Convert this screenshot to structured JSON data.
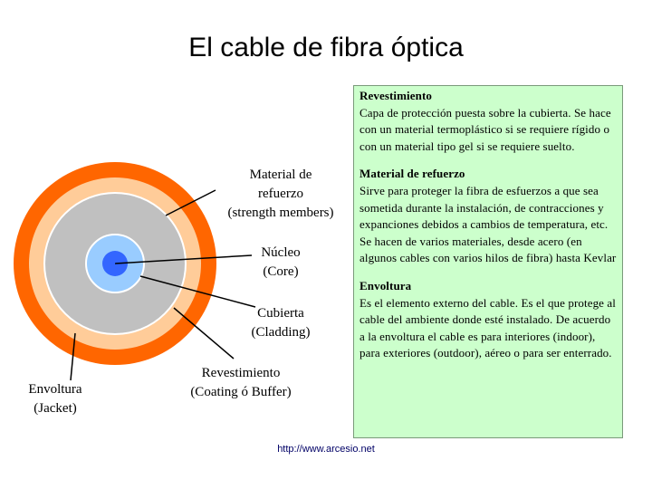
{
  "title": "El cable de fibra óptica",
  "labels": {
    "strength": [
      "Material de",
      "refuerzo",
      "(strength members)"
    ],
    "core": [
      "Núcleo",
      "(Core)"
    ],
    "cladding": [
      "Cubierta",
      "(Cladding)"
    ],
    "coating": [
      "Revestimiento",
      "(Coating ó Buffer)"
    ],
    "jacket": [
      "Envoltura",
      "(Jacket)"
    ]
  },
  "info": {
    "revestimiento": {
      "heading": "Revestimiento",
      "text": "Capa de protección puesta sobre la cubierta. Se hace con un material termoplástico si se requiere rígido o con un material tipo gel si se requiere suelto."
    },
    "refuerzo": {
      "heading": "Material de refuerzo",
      "text": "Sirve para proteger la fibra de esfuerzos a que sea sometida durante la instalación, de contracciones y expanciones debidos a cambios de temperatura, etc. Se hacen de varios materiales, desde acero (en algunos cables con varios hilos de fibra) hasta Kevlar"
    },
    "envoltura": {
      "heading": "Envoltura",
      "text": "Es el elemento externo del cable. Es el que protege al cable del ambiente donde esté instalado. De acuerdo a la envoltura el cable es para interiores (indoor), para exteriores (outdoor), aéreo o para ser enterrado."
    }
  },
  "footer": "http://www.arcesio.net",
  "colors": {
    "jacket": "#ff6600",
    "strength": "#ffcc99",
    "coating": "#c0c0c0",
    "cladding": "#99ccff",
    "core": "#3366ff",
    "box": "#ccffcc"
  }
}
